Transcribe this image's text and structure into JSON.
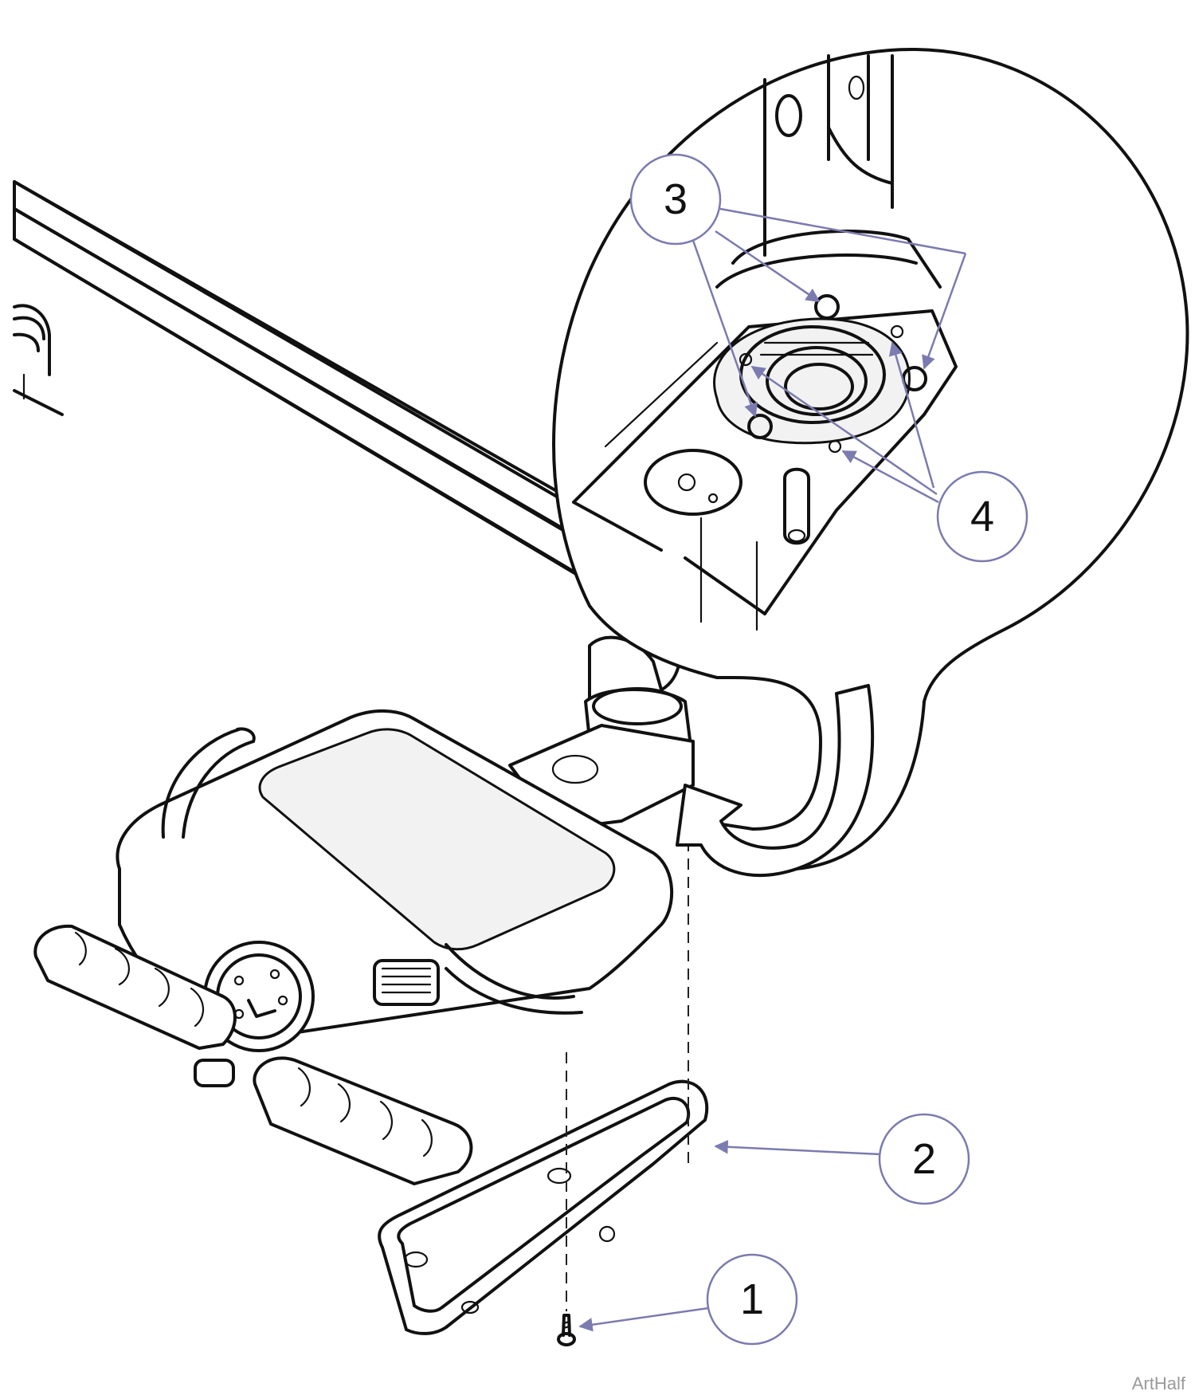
{
  "callouts": [
    {
      "id": "1",
      "label": "1"
    },
    {
      "id": "2",
      "label": "2"
    },
    {
      "id": "3",
      "label": "3"
    },
    {
      "id": "4",
      "label": "4"
    }
  ],
  "credit": "ArtHalf",
  "colors": {
    "ink": "#111111",
    "callout": "#7b7bb0",
    "background": "#ffffff"
  }
}
